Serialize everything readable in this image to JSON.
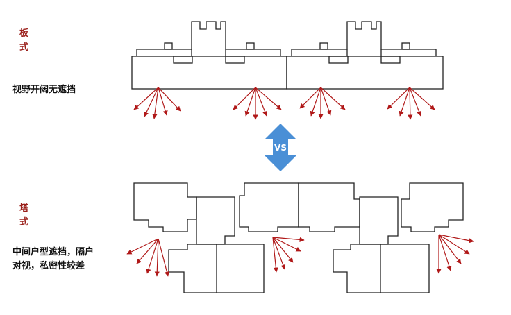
{
  "labels": {
    "slab_line1": "板",
    "slab_line2": "式",
    "slab_desc": "视野开阔无遮挡",
    "tower_line1": "塔",
    "tower_line2": "式",
    "tower_desc_line1": "中间户型遮挡，隔户",
    "tower_desc_line2": "对视，私密性较差",
    "vs": "VS"
  },
  "colors": {
    "label_red": "#9a1f1a",
    "line": "#222222",
    "arrow": "#b01818",
    "vs_blue": "#4a8fd6"
  }
}
